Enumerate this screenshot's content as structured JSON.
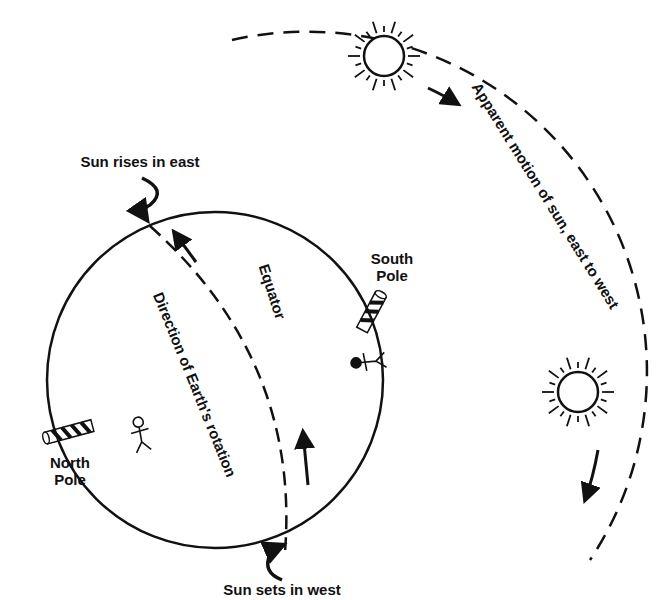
{
  "diagram": {
    "nodes": [
      {
        "text": [
          "Direction of Earth's rotation",
          "Equator"
        ]
      }
    ],
    "labels": [
      "Sun rises in east",
      "South Pole",
      "North Pole",
      "Sun sets in west",
      "Apparent motion of sun, east to west"
    ]
  }
}
